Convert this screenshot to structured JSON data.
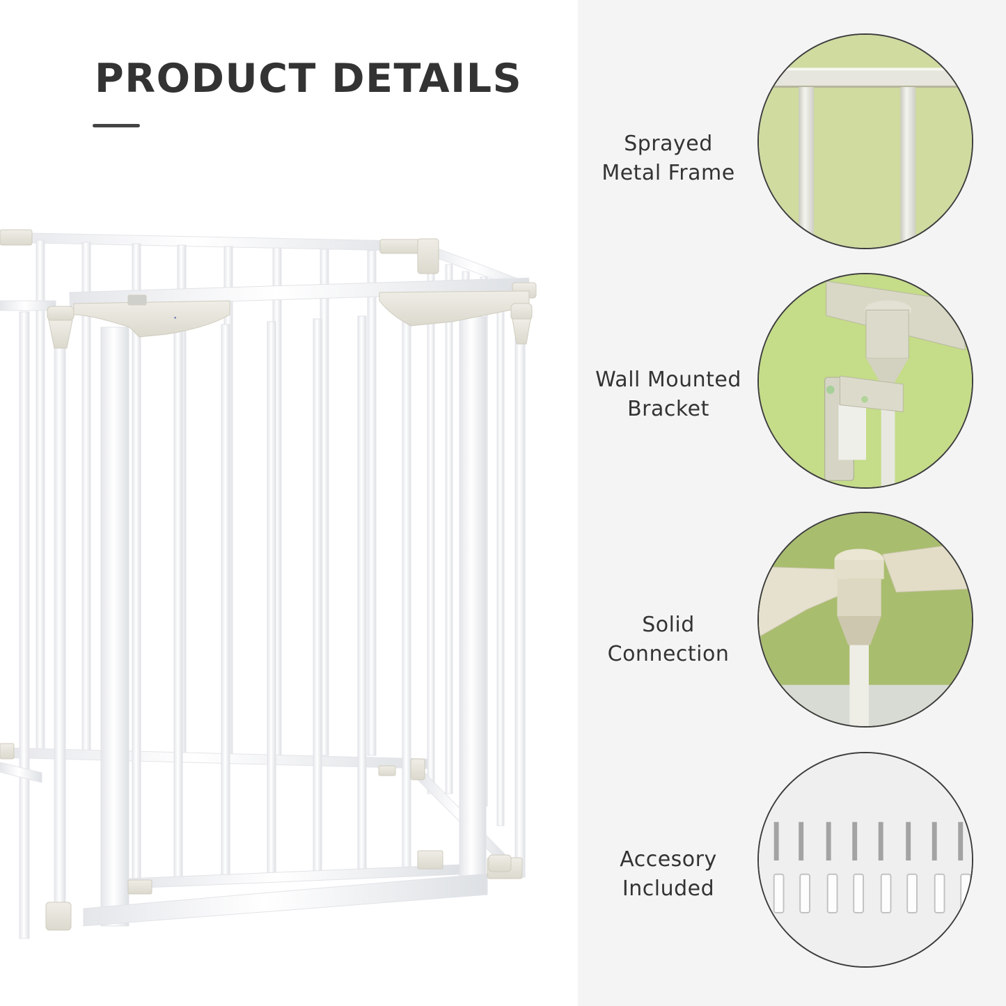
{
  "header": {
    "title": "PRODUCT DETAILS"
  },
  "product": {
    "image_alt": "white metal safety gate playpen with hexagonal panels and walk-through door",
    "brand_mark": "brand-logo"
  },
  "features": [
    {
      "label_line1": "Sprayed",
      "label_line2": "Metal Frame",
      "image": "metal-frame-closeup",
      "background": "#cfdb9f"
    },
    {
      "label_line1": "Wall Mounted",
      "label_line2": "Bracket",
      "image": "wall-bracket-closeup",
      "background": "#c5dc88"
    },
    {
      "label_line1": "Solid",
      "label_line2": "Connection",
      "image": "connector-closeup",
      "background": "#a9bd6e"
    },
    {
      "label_line1": "Accesory",
      "label_line2": "Included",
      "image": "screws-and-anchors-closeup",
      "background": "#efefef"
    }
  ],
  "colors": {
    "text": "#333333",
    "panel_bg": "#f4f4f4",
    "frame_white": "#ffffff",
    "connector_beige": "#e6e3d8",
    "circle_border": "#3c3c3c"
  }
}
